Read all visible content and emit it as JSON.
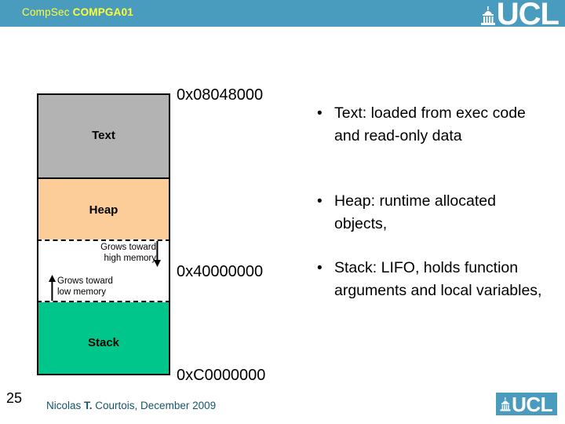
{
  "header": {
    "title_light": "CompSec ",
    "title_bold": "COMPGA01",
    "band_color": "#4a9cbf",
    "title_color": "#ffff33",
    "logo_text": "UCL",
    "logo_icon": "ucl-dome-icon"
  },
  "diagram": {
    "blocks": [
      {
        "label": "Text",
        "color": "#b3b3b3"
      },
      {
        "label": "Heap",
        "color": "#fccc99"
      },
      {
        "label": "",
        "color": "#ffffff"
      },
      {
        "label": "Stack",
        "color": "#00c68c"
      }
    ],
    "annotations": {
      "grows_high": "Grows toward\nhigh memory",
      "grows_low": "Grows toward\nlow memory",
      "arrow_down_icon": "arrow-down-icon",
      "arrow_up_icon": "arrow-up-icon"
    },
    "addresses": {
      "top": "0x08048000",
      "middle": "0x40000000",
      "bottom": "0xC0000000"
    }
  },
  "bullets": [
    "Text: loaded from exec code and read-only data",
    "Heap: runtime allocated objects,",
    "Stack: LIFO, holds function arguments and local variables,"
  ],
  "bullet_marker": "•",
  "footer": {
    "slide_number": "25",
    "credit_part1": "Nicolas ",
    "credit_part2": "T. ",
    "credit_part3": "Courtois, December 2009",
    "credit_color": "#14556a",
    "logo_text": "UCL",
    "logo_icon": "ucl-dome-icon"
  }
}
